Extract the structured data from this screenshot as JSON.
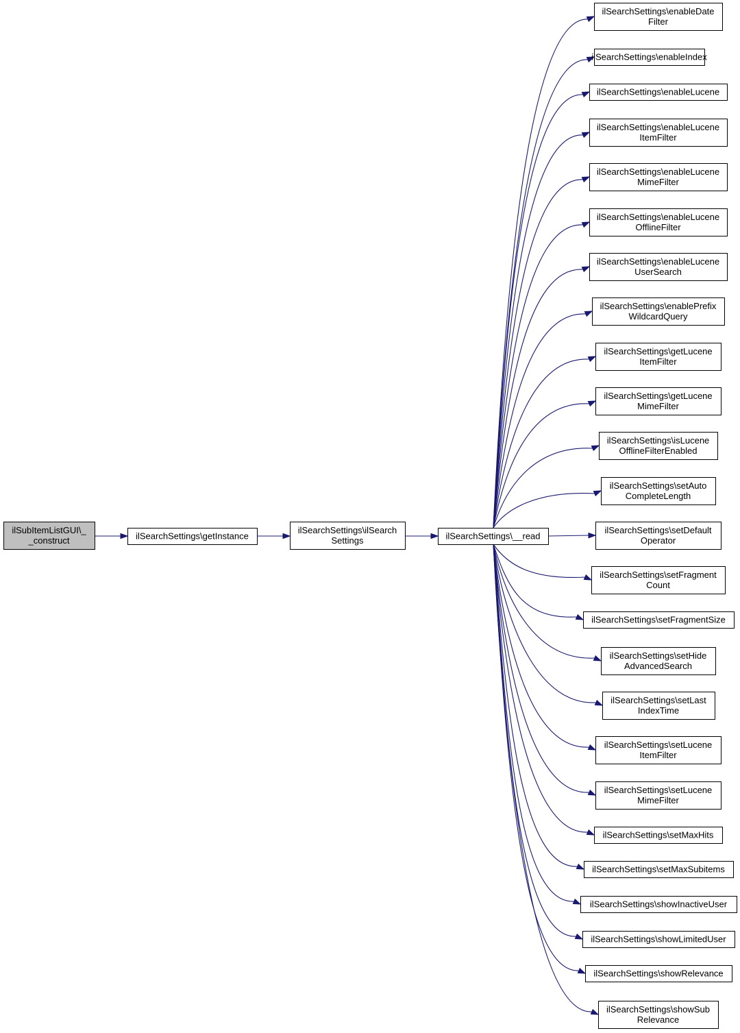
{
  "diagram": {
    "colors": {
      "edge": "#191970",
      "root_fill": "#bfbfbf",
      "node_fill": "#ffffff",
      "border": "#000000"
    },
    "chain": [
      {
        "id": "construct",
        "lines": [
          "ilSubItemListGUI\\_",
          "_construct"
        ]
      },
      {
        "id": "getInstance",
        "lines": [
          "ilSearchSettings\\getInstance"
        ]
      },
      {
        "id": "ilSearchSettings",
        "lines": [
          "ilSearchSettings\\ilSearch",
          "Settings"
        ]
      },
      {
        "id": "read",
        "lines": [
          "ilSearchSettings\\__read"
        ]
      }
    ],
    "callees": [
      {
        "id": "enableDateFilter",
        "lines": [
          "ilSearchSettings\\enableDate",
          "Filter"
        ]
      },
      {
        "id": "enableIndex",
        "lines": [
          "ilSearchSettings\\enableIndex"
        ]
      },
      {
        "id": "enableLucene",
        "lines": [
          "ilSearchSettings\\enableLucene"
        ]
      },
      {
        "id": "enableLuceneItemFilter",
        "lines": [
          "ilSearchSettings\\enableLucene",
          "ItemFilter"
        ]
      },
      {
        "id": "enableLuceneMimeFilter",
        "lines": [
          "ilSearchSettings\\enableLucene",
          "MimeFilter"
        ]
      },
      {
        "id": "enableLuceneOfflineFilter",
        "lines": [
          "ilSearchSettings\\enableLucene",
          "OfflineFilter"
        ]
      },
      {
        "id": "enableLuceneUserSearch",
        "lines": [
          "ilSearchSettings\\enableLucene",
          "UserSearch"
        ]
      },
      {
        "id": "enablePrefixWildcardQuery",
        "lines": [
          "ilSearchSettings\\enablePrefix",
          "WildcardQuery"
        ]
      },
      {
        "id": "getLuceneItemFilter",
        "lines": [
          "ilSearchSettings\\getLucene",
          "ItemFilter"
        ]
      },
      {
        "id": "getLuceneMimeFilter",
        "lines": [
          "ilSearchSettings\\getLucene",
          "MimeFilter"
        ]
      },
      {
        "id": "isLuceneOfflineFilterEnabled",
        "lines": [
          "ilSearchSettings\\isLucene",
          "OfflineFilterEnabled"
        ]
      },
      {
        "id": "setAutoCompleteLength",
        "lines": [
          "ilSearchSettings\\setAuto",
          "CompleteLength"
        ]
      },
      {
        "id": "setDefaultOperator",
        "lines": [
          "ilSearchSettings\\setDefault",
          "Operator"
        ]
      },
      {
        "id": "setFragmentCount",
        "lines": [
          "ilSearchSettings\\setFragment",
          "Count"
        ]
      },
      {
        "id": "setFragmentSize",
        "lines": [
          "ilSearchSettings\\setFragmentSize"
        ]
      },
      {
        "id": "setHideAdvancedSearch",
        "lines": [
          "ilSearchSettings\\setHide",
          "AdvancedSearch"
        ]
      },
      {
        "id": "setLastIndexTime",
        "lines": [
          "ilSearchSettings\\setLast",
          "IndexTime"
        ]
      },
      {
        "id": "setLuceneItemFilter",
        "lines": [
          "ilSearchSettings\\setLucene",
          "ItemFilter"
        ]
      },
      {
        "id": "setLuceneMimeFilter",
        "lines": [
          "ilSearchSettings\\setLucene",
          "MimeFilter"
        ]
      },
      {
        "id": "setMaxHits",
        "lines": [
          "ilSearchSettings\\setMaxHits"
        ]
      },
      {
        "id": "setMaxSubitems",
        "lines": [
          "ilSearchSettings\\setMaxSubitems"
        ]
      },
      {
        "id": "showInactiveUser",
        "lines": [
          "ilSearchSettings\\showInactiveUser"
        ]
      },
      {
        "id": "showLimitedUser",
        "lines": [
          "ilSearchSettings\\showLimitedUser"
        ]
      },
      {
        "id": "showRelevance",
        "lines": [
          "ilSearchSettings\\showRelevance"
        ]
      },
      {
        "id": "showSubRelevance",
        "lines": [
          "ilSearchSettings\\showSub",
          "Relevance"
        ]
      }
    ]
  }
}
